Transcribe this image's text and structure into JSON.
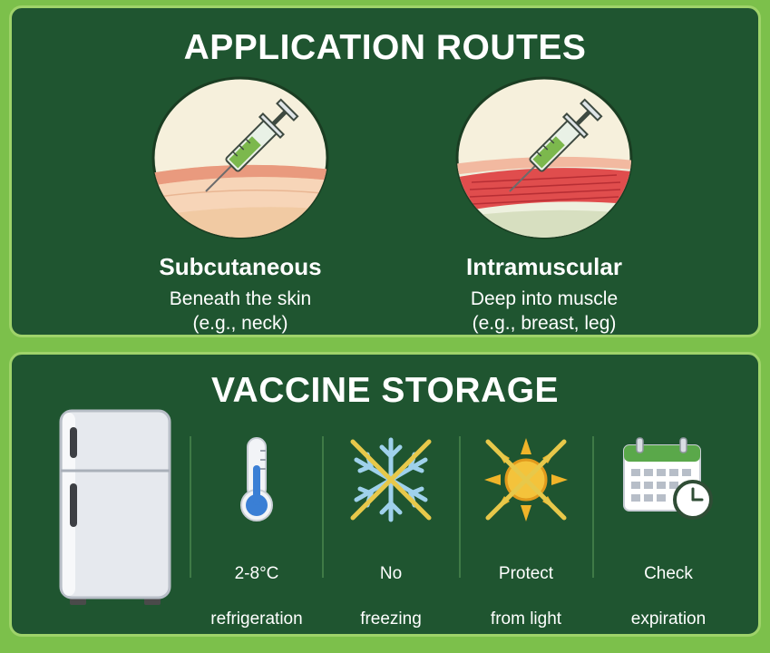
{
  "application_routes": {
    "title": "APPLICATION ROUTES",
    "routes": [
      {
        "name": "Subcutaneous",
        "desc_line1": "Beneath the skin",
        "desc_line2": "(e.g., neck)",
        "icon": "syringe-skin-icon"
      },
      {
        "name": "Intramuscular",
        "desc_line1": "Deep into muscle",
        "desc_line2": "(e.g., breast, leg)",
        "icon": "syringe-muscle-icon"
      }
    ]
  },
  "vaccine_storage": {
    "title": "VACCINE STORAGE",
    "items": [
      {
        "icon": "refrigerator-icon",
        "label": ""
      },
      {
        "icon": "thermometer-icon",
        "label_line1": "2-8°C",
        "label_line2": "refrigeration"
      },
      {
        "icon": "no-snowflake-icon",
        "label_line1": "No",
        "label_line2": "freezing"
      },
      {
        "icon": "no-sun-icon",
        "label_line1": "Protect",
        "label_line2": "from light"
      },
      {
        "icon": "calendar-clock-icon",
        "label_line1": "Check",
        "label_line2": "expiration"
      }
    ]
  },
  "colors": {
    "background": "#7cc04b",
    "panel": "#1f5530",
    "panel_border": "#9fd36a",
    "text": "#ffffff"
  }
}
